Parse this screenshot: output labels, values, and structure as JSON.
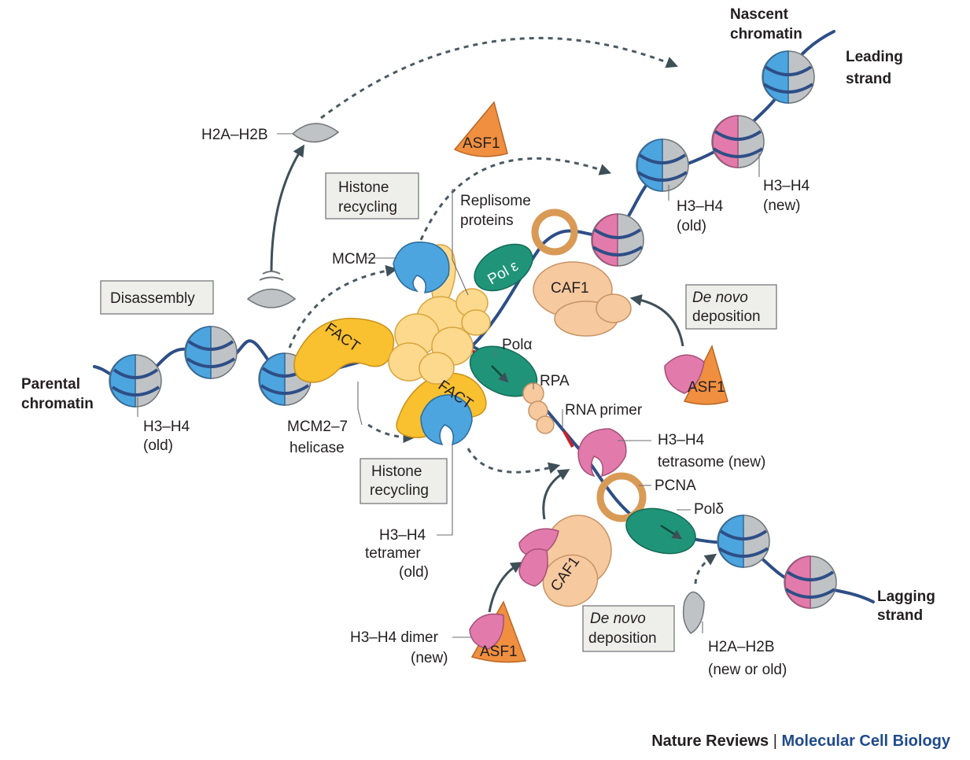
{
  "labels": {
    "nascent_chromatin": [
      "Nascent",
      "chromatin"
    ],
    "leading_strand": [
      "Leading",
      "strand"
    ],
    "lagging_strand": [
      "Lagging",
      "strand"
    ],
    "parental_chromatin": [
      "Parental",
      "chromatin"
    ],
    "h2a_h2b_top": "H2A–H2B",
    "asf1": "ASF1",
    "histone_recycling": [
      "Histone",
      "recycling"
    ],
    "replisome_proteins": [
      "Replisome",
      "proteins"
    ],
    "h3h4_old_top": [
      "H3–H4",
      "(old)"
    ],
    "h3h4_new_top": [
      "H3–H4",
      "(new)"
    ],
    "mcm2": "MCM2",
    "pol_epsilon": "Pol ε",
    "caf1": "CAF1",
    "de_novo_deposition": [
      "De novo",
      "deposition"
    ],
    "disassembly": "Disassembly",
    "fact": "FACT",
    "pol_alpha": "Polα",
    "rpa": "RPA",
    "rna_primer": "RNA primer",
    "h3h4_old_parental": [
      "H3–H4",
      "(old)"
    ],
    "mcm2_7": [
      "MCM2–7",
      "helicase"
    ],
    "h3h4_tetrasome": [
      "H3–H4",
      "tetrasome (new)"
    ],
    "pcna": "PCNA",
    "pol_delta": "Polδ",
    "h3h4_tetramer": [
      "H3–H4",
      "tetramer",
      "(old)"
    ],
    "h3h4_dimer": [
      "H3–H4 dimer",
      "(new)"
    ],
    "h2a_h2b_bottom": [
      "H2A–H2B",
      "(new or old)"
    ]
  },
  "footer": {
    "publisher": "Nature Reviews",
    "separator": "|",
    "journal": "Molecular Cell Biology"
  },
  "colors": {
    "dna": "#2e4e86",
    "fact": "#f9c02f",
    "mcm": "#fcd98c",
    "caf1": "#f6c99e",
    "polymerase": "#1f9479",
    "asf1": "#ef8f3f",
    "new_histone": "#e27bab",
    "old_histone": "#4da5df",
    "h2a_h2b": "#bfc3c6",
    "journal": "#1f4a8c"
  }
}
